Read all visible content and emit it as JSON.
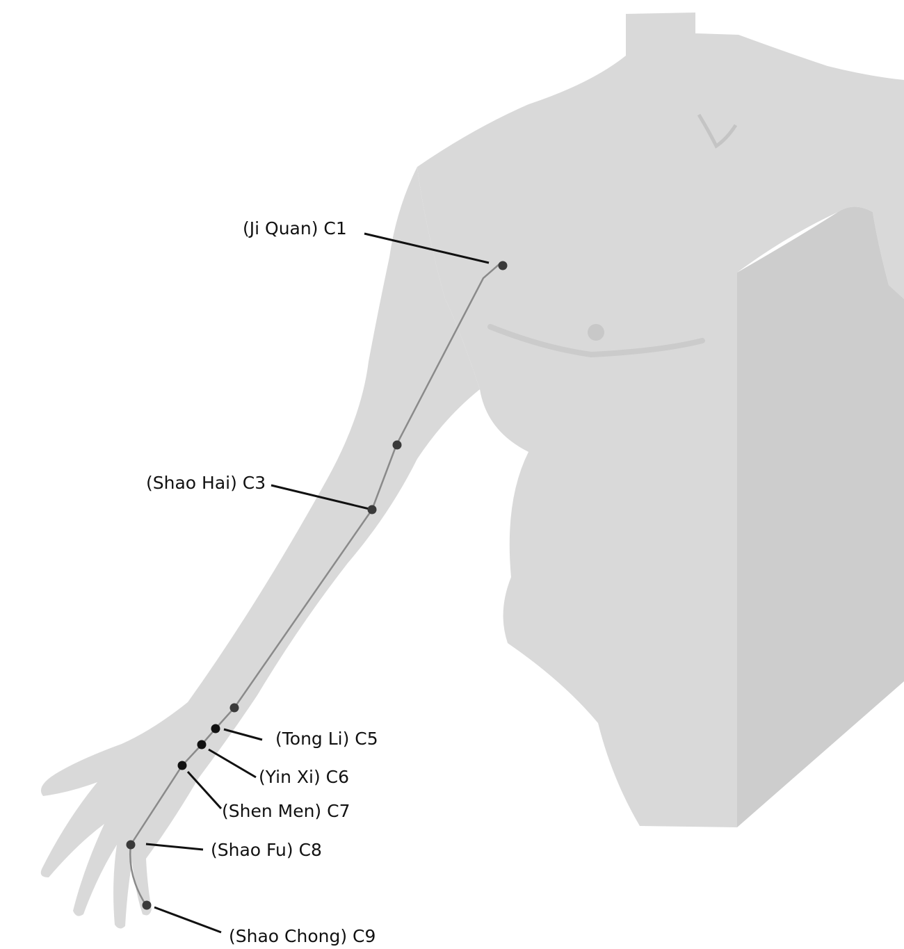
{
  "colors": {
    "background": "#ffffff",
    "body": "#d9d9d9",
    "body_shade": "#cdcdcd",
    "meridian": "#8a8a8a",
    "point": "#3a3a3a",
    "point_dark": "#111111",
    "leader": "#111111"
  },
  "points": [
    {
      "id": "C1",
      "label": "(Ji Quan) C1"
    },
    {
      "id": "C2",
      "label": ""
    },
    {
      "id": "C3",
      "label": "(Shao Hai) C3"
    },
    {
      "id": "C4",
      "label": ""
    },
    {
      "id": "C5",
      "label": "(Tong Li) C5"
    },
    {
      "id": "C6",
      "label": "(Yin Xi) C6"
    },
    {
      "id": "C7",
      "label": "(Shen Men) C7"
    },
    {
      "id": "C8",
      "label": "(Shao Fu) C8"
    },
    {
      "id": "C9",
      "label": "(Shao Chong) C9"
    }
  ]
}
